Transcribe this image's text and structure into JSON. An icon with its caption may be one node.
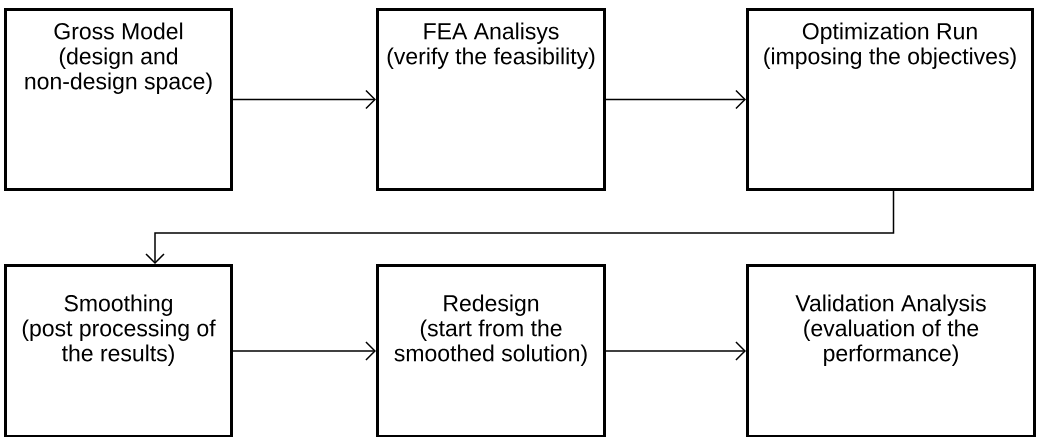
{
  "diagram": {
    "nodes": [
      {
        "text": [
          "Gross Model",
          "(design and non-design space)"
        ]
      },
      {
        "text": [
          "FEA Analisys",
          "(verify the feasibility)"
        ]
      },
      {
        "text": [
          "Optimization Run",
          "(imposing the objectives)"
        ]
      },
      {
        "text": [
          "Smoothing",
          "(post processing of the results)"
        ]
      },
      {
        "text": [
          "Redesign",
          "(start from the smoothed solution)"
        ]
      },
      {
        "text": [
          "Validation Analysis",
          "(evaluation of the performance)"
        ]
      }
    ],
    "edges": [
      {
        "from": 0,
        "to": 1,
        "arrow": "to"
      },
      {
        "from": 1,
        "to": 2,
        "arrow": "to"
      },
      {
        "from": 2,
        "to": 3,
        "arrow": "to"
      },
      {
        "from": 3,
        "to": 4,
        "arrow": "to"
      },
      {
        "from": 4,
        "to": 5,
        "arrow": "to"
      }
    ]
  }
}
